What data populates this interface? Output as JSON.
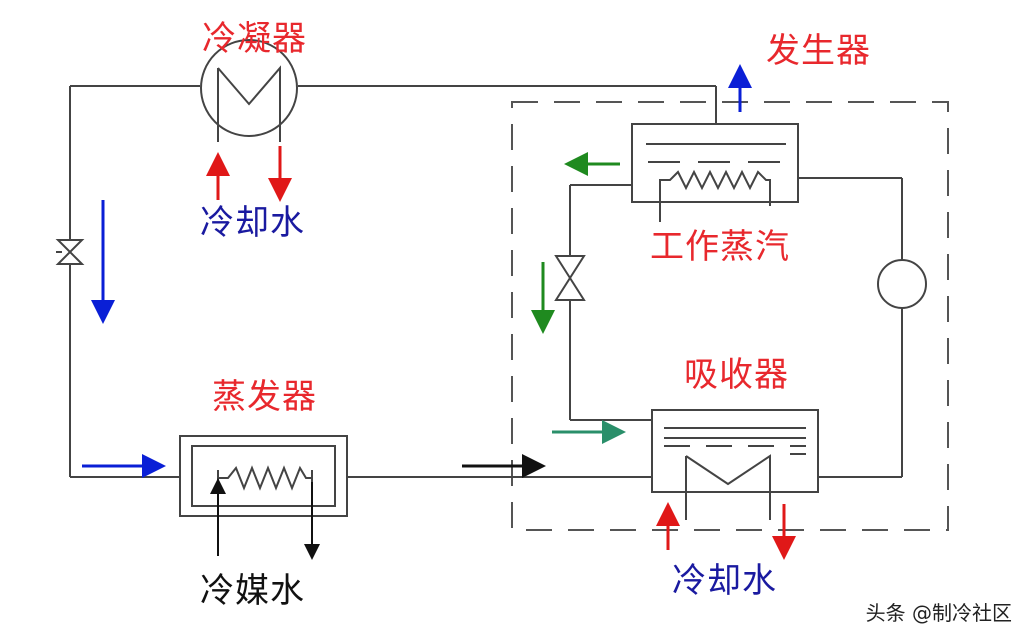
{
  "labels": {
    "condenser": "冷凝器",
    "generator": "发生器",
    "cooling_water_top": "冷却水",
    "working_steam": "工作蒸汽",
    "evaporator": "蒸发器",
    "absorber": "吸收器",
    "chilled_water": "冷媒水",
    "cooling_water_bottom": "冷却水"
  },
  "watermark": "头条 @制冷社区",
  "colors": {
    "label_red": "#e8282d",
    "label_blue": "#1a1aa0",
    "arrow_blue": "#0a1fd6",
    "arrow_red": "#e01818",
    "arrow_green": "#1f8a1f",
    "arrow_teal": "#2a8f6a",
    "line": "#444444"
  }
}
